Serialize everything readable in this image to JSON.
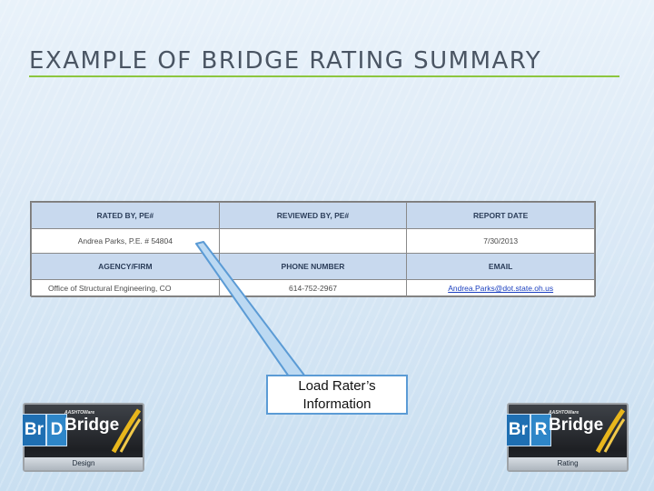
{
  "slide": {
    "title": "EXAMPLE OF BRIDGE RATING SUMMARY",
    "accent_color": "#8cc63f"
  },
  "table": {
    "headers_row1": [
      "RATED BY, PE#",
      "REVIEWED BY, PE#",
      "REPORT DATE"
    ],
    "values_row1": [
      "Andrea Parks, P.E. # 54804",
      "",
      "7/30/2013"
    ],
    "headers_row2": [
      "AGENCY/FIRM",
      "PHONE NUMBER",
      "EMAIL"
    ],
    "values_row2": [
      "Office of Structural Engineering, CO",
      "614-752-2967",
      "Andrea.Parks@dot.state.oh.us"
    ],
    "header_bg_color": "#c8d9ee"
  },
  "callout": {
    "line1": "Load Rater’s",
    "line2": "Information",
    "border_color": "#5b9bd5"
  },
  "badges": [
    {
      "letter_a": "Br",
      "letter_b": "D",
      "org": "AASHTOWare",
      "word": "Bridge",
      "footer": "Design",
      "icon": "swoosh-icon"
    },
    {
      "letter_a": "Br",
      "letter_b": "R",
      "org": "AASHTOWare",
      "word": "Bridge",
      "footer": "Rating",
      "icon": "swoosh-icon"
    }
  ]
}
